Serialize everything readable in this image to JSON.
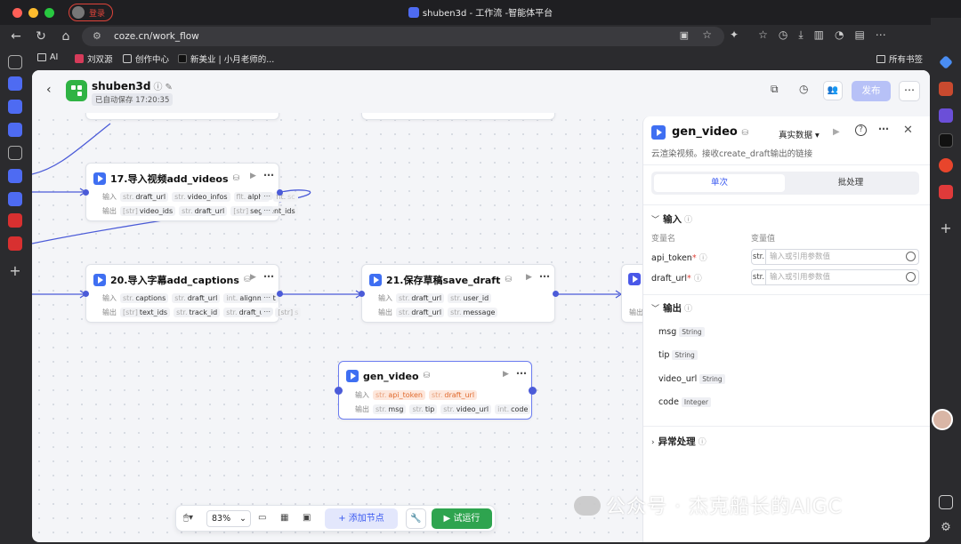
{
  "browser": {
    "login_label": "登录",
    "window_title": "shuben3d - 工作流 -智能体平台",
    "url": "coze.cn/work_flow",
    "bookmarks": [
      "AI",
      "刘双源",
      "创作中心",
      "新美业 | 小月老师的...",
      "所有书签"
    ]
  },
  "app": {
    "name": "shuben3d",
    "autosave": "已自动保存 17:20:35",
    "publish_label": "发布"
  },
  "nodes": {
    "n17": {
      "title": "17.导入视频add_videos",
      "in_label": "输入",
      "out_label": "输出",
      "inputs": [
        {
          "t": "str.",
          "n": "draft_url"
        },
        {
          "t": "str.",
          "n": "video_infos"
        },
        {
          "t": "flt.",
          "n": "alpha"
        },
        {
          "t": "flt.",
          "n": "sc"
        }
      ],
      "outputs": [
        {
          "t": "[str]",
          "n": "video_ids"
        },
        {
          "t": "str.",
          "n": "draft_url"
        },
        {
          "t": "[str]",
          "n": "segment_ids"
        }
      ]
    },
    "n20": {
      "title": "20.导入字幕add_captions",
      "in_label": "输入",
      "out_label": "输出",
      "inputs": [
        {
          "t": "str.",
          "n": "captions"
        },
        {
          "t": "str.",
          "n": "draft_url"
        },
        {
          "t": "int.",
          "n": "alignment"
        }
      ],
      "outputs": [
        {
          "t": "[str]",
          "n": "text_ids"
        },
        {
          "t": "str.",
          "n": "track_id"
        },
        {
          "t": "str.",
          "n": "draft_url"
        },
        {
          "t": "[str]",
          "n": "s"
        }
      ]
    },
    "n21": {
      "title": "21.保存草稿save_draft",
      "in_label": "输入",
      "out_label": "输出",
      "inputs": [
        {
          "t": "str.",
          "n": "draft_url"
        },
        {
          "t": "str.",
          "n": "user_id"
        }
      ],
      "outputs": [
        {
          "t": "str.",
          "n": "draft_url"
        },
        {
          "t": "str.",
          "n": "message"
        }
      ]
    },
    "gen": {
      "title": "gen_video",
      "in_label": "输入",
      "out_label": "输出",
      "inputs": [
        {
          "t": "str.",
          "n": "api_token"
        },
        {
          "t": "str.",
          "n": "draft_url"
        }
      ],
      "outputs": [
        {
          "t": "str.",
          "n": "msg"
        },
        {
          "t": "str.",
          "n": "tip"
        },
        {
          "t": "str.",
          "n": "video_url"
        },
        {
          "t": "int.",
          "n": "code"
        }
      ]
    },
    "partial_out_label": "输出"
  },
  "panel": {
    "title": "gen_video",
    "data_mode": "真实数据",
    "description": "云渲染视频。接收create_draft输出的链接",
    "tab_single": "单次",
    "tab_batch": "批处理",
    "input_section": "输入",
    "col_var_name": "变量名",
    "col_var_value": "变量值",
    "params": [
      {
        "name": "api_token",
        "type": "str.",
        "placeholder": "输入或引用参数值"
      },
      {
        "name": "draft_url",
        "type": "str.",
        "placeholder": "输入或引用参数值"
      }
    ],
    "output_section": "输出",
    "outputs": [
      {
        "name": "msg",
        "type": "String"
      },
      {
        "name": "tip",
        "type": "String"
      },
      {
        "name": "video_url",
        "type": "String"
      },
      {
        "name": "code",
        "type": "Integer"
      }
    ],
    "error_section": "异常处理"
  },
  "toolbar": {
    "zoom": "83%",
    "add_node": "添加节点",
    "test_run": "试运行"
  },
  "watermark": "公众号 · 杰克船长的AIGC",
  "colors": {
    "accent": "#3b5af0",
    "run_green": "#2ea44f",
    "publish_disabled": "#b7c1f7",
    "edge": "#4b5bd8"
  }
}
